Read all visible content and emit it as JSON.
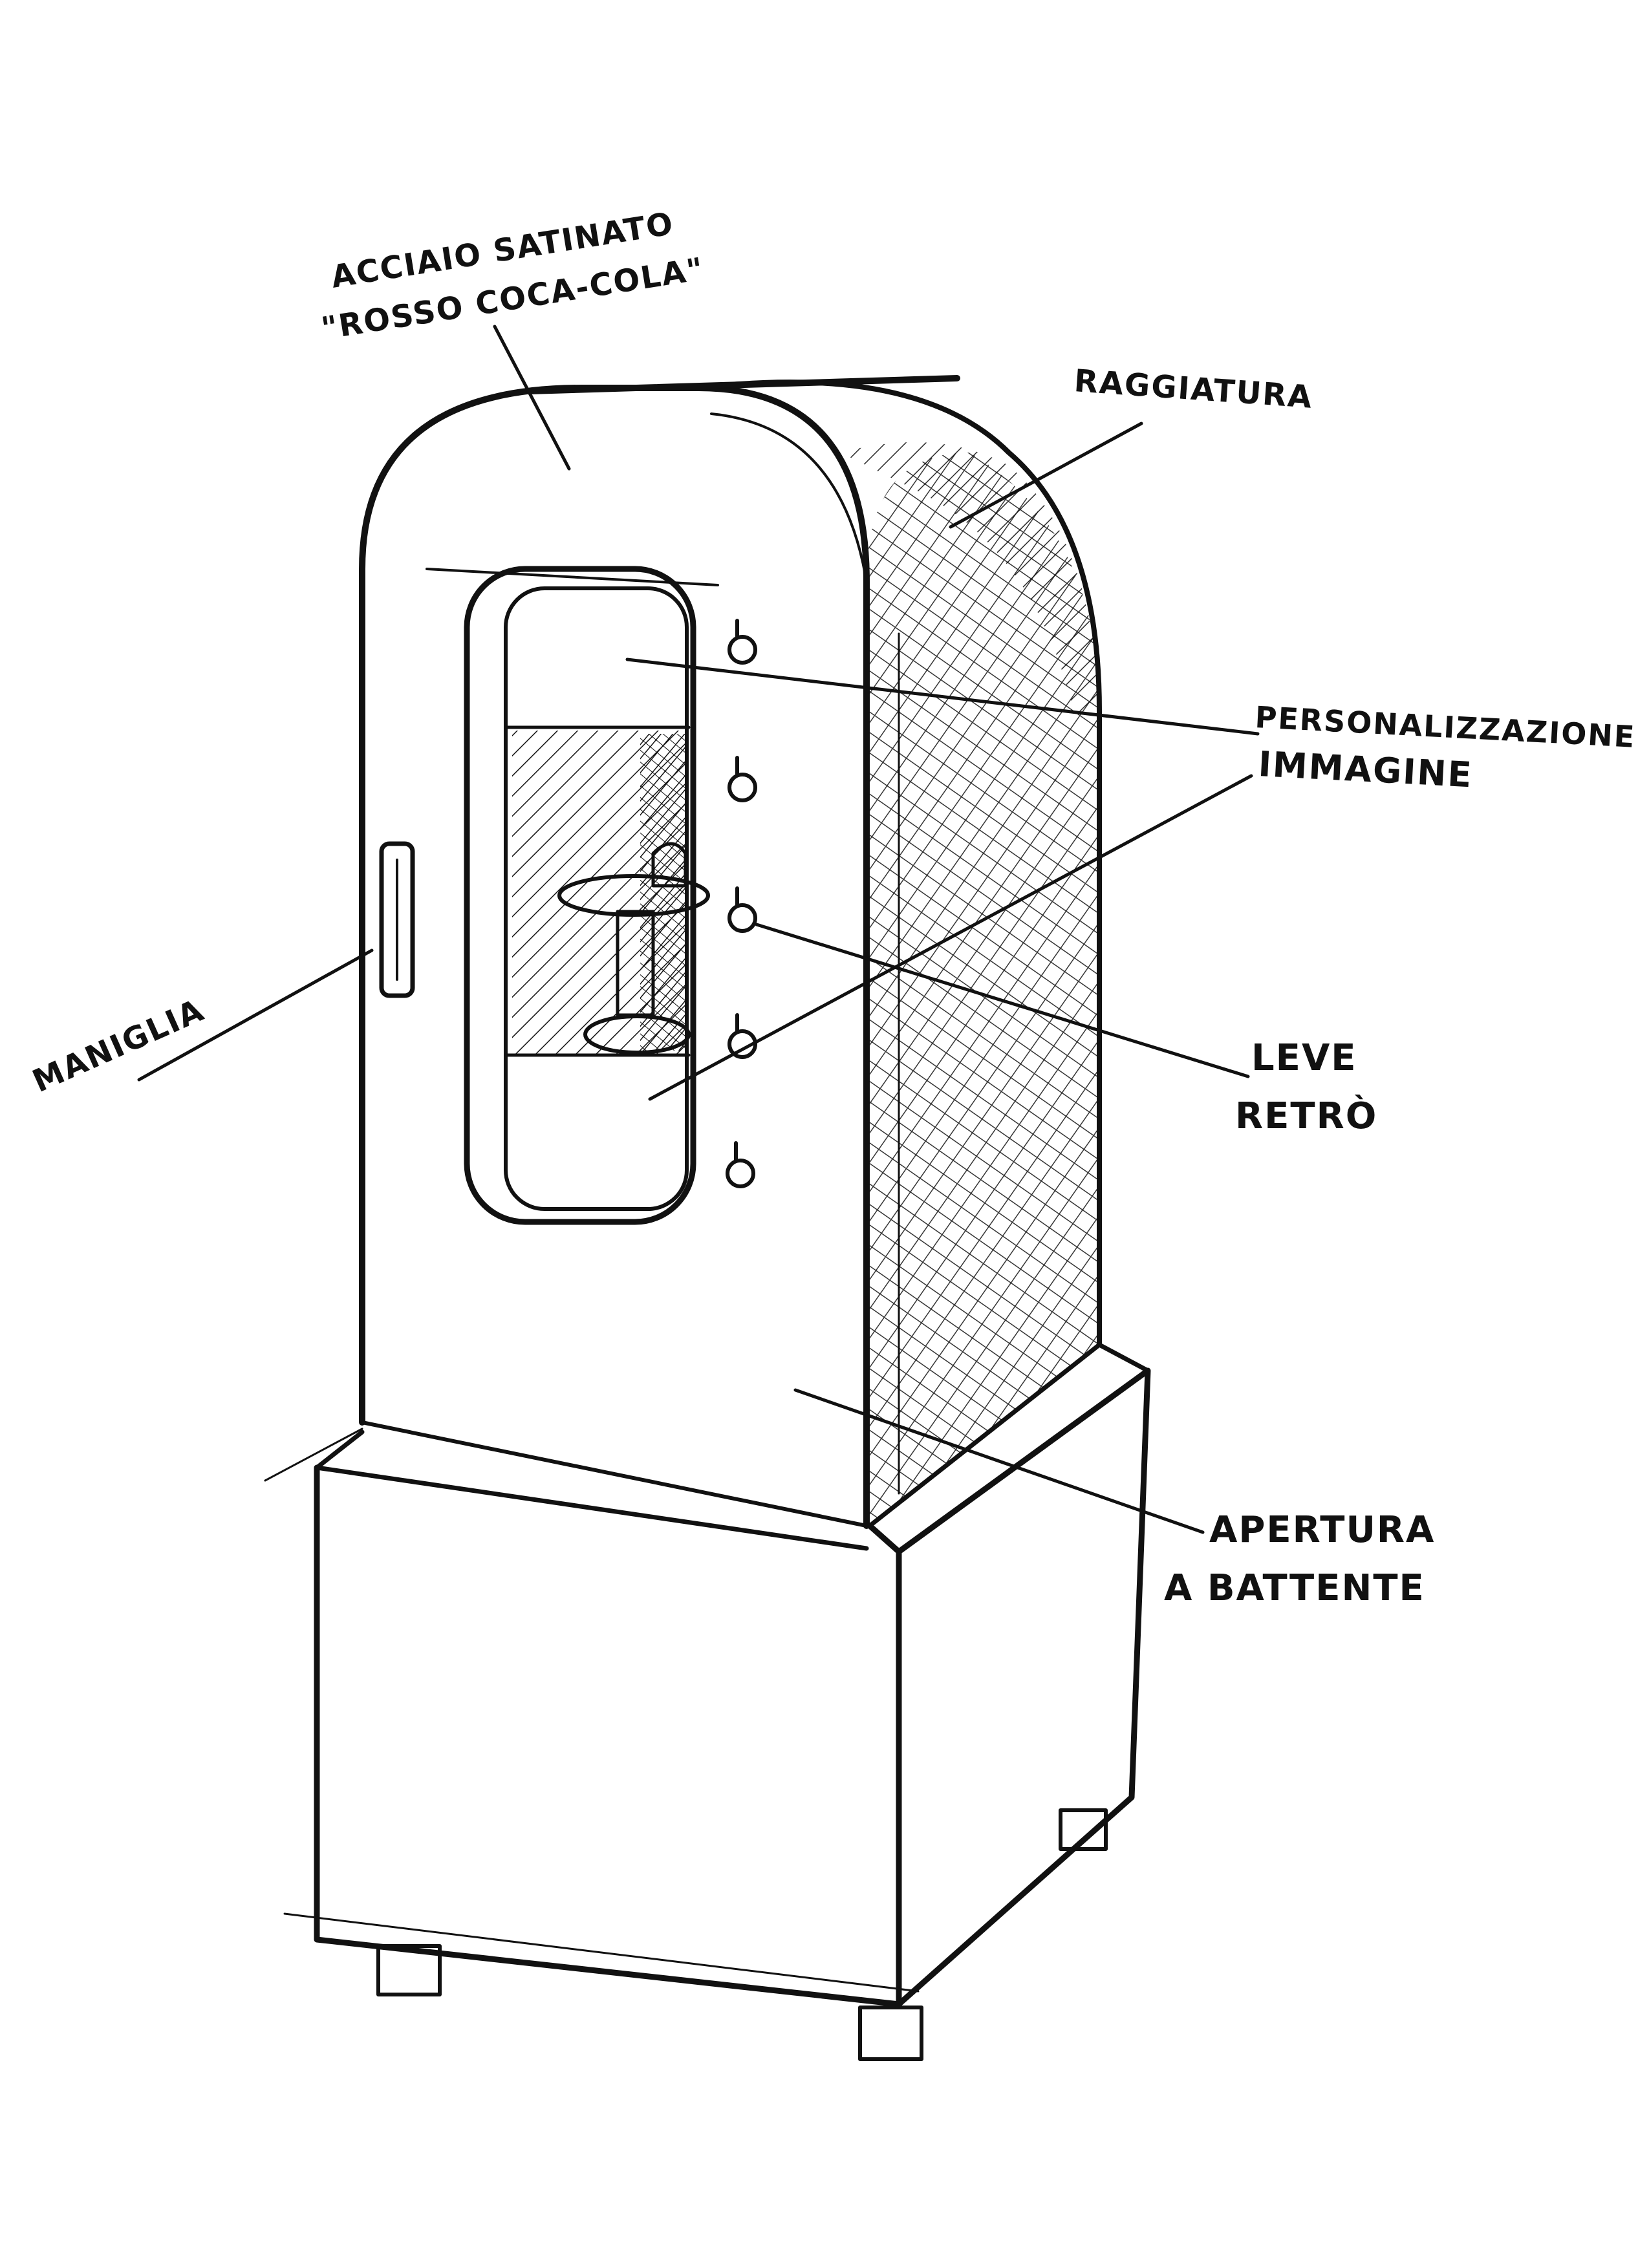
{
  "diagram": {
    "labels": {
      "material_line1": "ACCIAIO SATINATO",
      "material_line2": "\"ROSSO COCA-COLA\"",
      "rounding": "RAGGIATURA",
      "customization": "PERSONALIZZAZIONE",
      "image": "IMMAGINE",
      "handle": "MANIGLIA",
      "levers_line1": "LEVE",
      "levers_line2": "RETRÒ",
      "opening_line1": "APERTURA",
      "opening_line2": "A BATTENTE"
    },
    "colors": {
      "ink": "#111111",
      "paper": "#ffffff"
    }
  }
}
